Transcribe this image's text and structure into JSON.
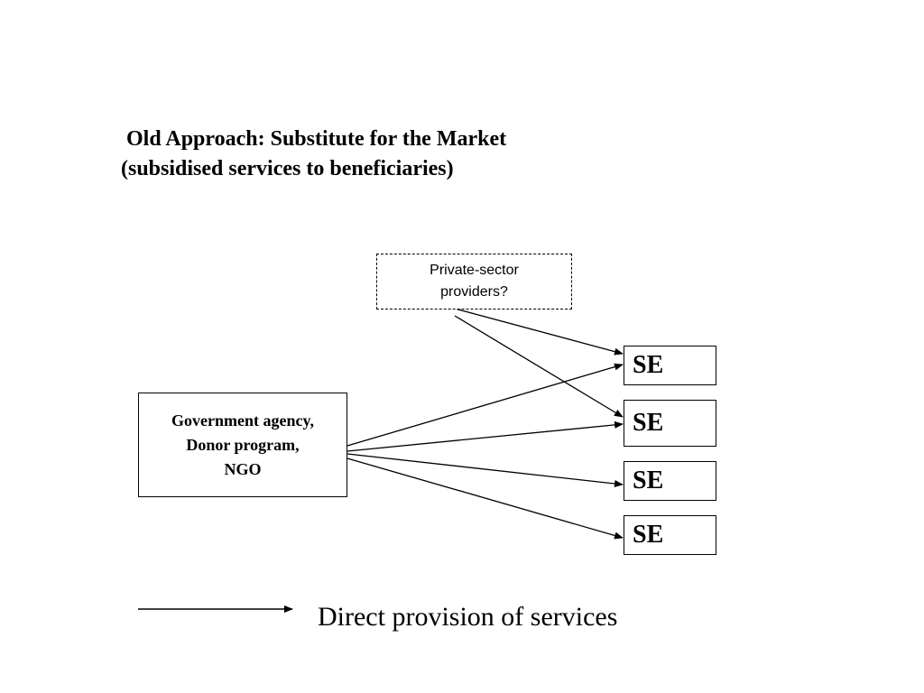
{
  "title": {
    "line1": "Old Approach:  Substitute for the Market",
    "line2": "(subsidised services to beneficiaries)"
  },
  "nodes": {
    "private_sector": {
      "line1": "Private-sector",
      "line2": "providers?"
    },
    "government": {
      "line1": "Government agency,",
      "line2": "Donor program,",
      "line3": "NGO"
    },
    "se": [
      "SE",
      "SE",
      "SE",
      "SE"
    ]
  },
  "legend": {
    "label": "Direct provision of services"
  }
}
